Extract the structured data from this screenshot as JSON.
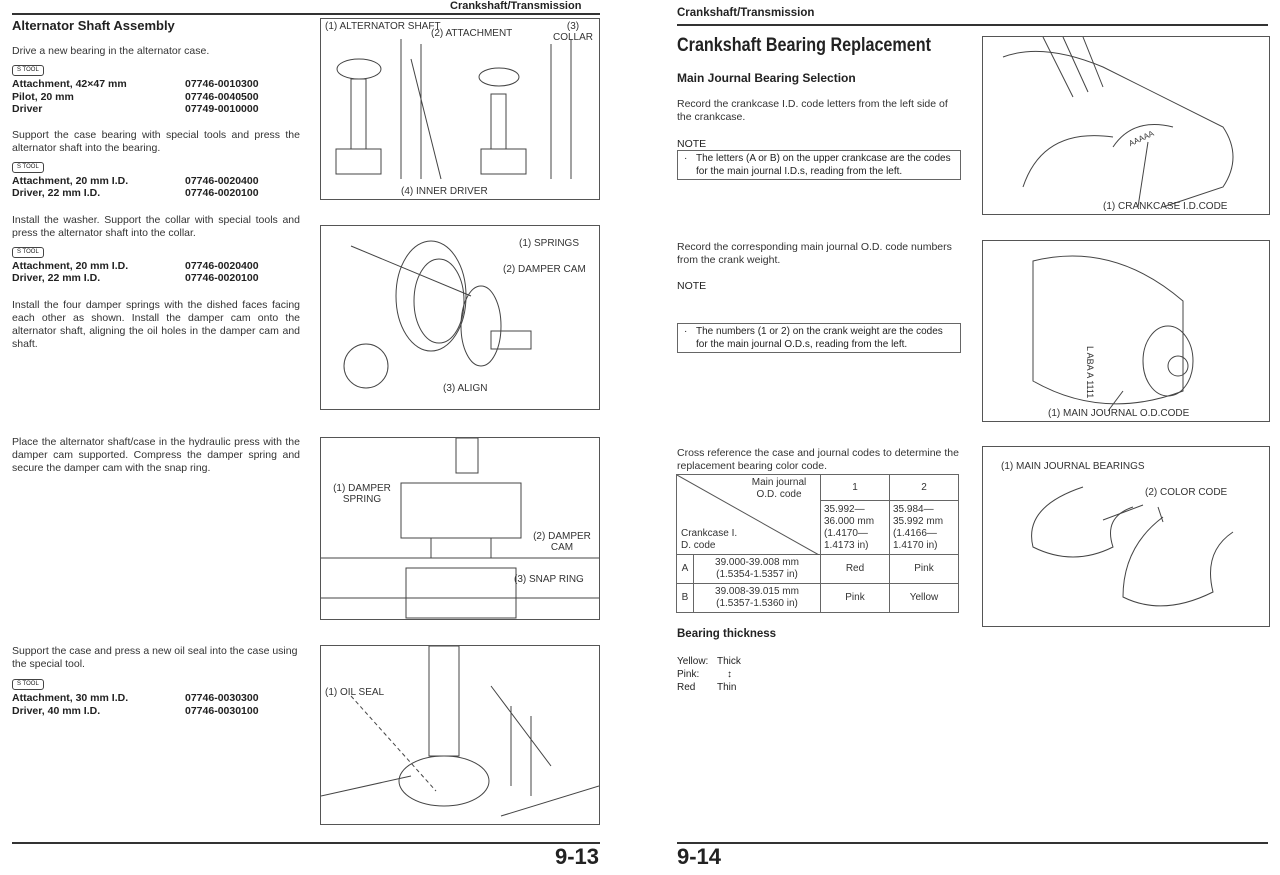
{
  "left": {
    "running_head": "Crankshaft/Transmission",
    "title": "Alternator Shaft Assembly",
    "tool_badge": "S TOOL",
    "steps": [
      {
        "text": "Drive a new bearing in the alternator case.",
        "tools": [
          [
            "Attachment, 42×47 mm",
            "07746-0010300"
          ],
          [
            "Pilot, 20 mm",
            "07746-0040500"
          ],
          [
            "Driver",
            "07749-0010000"
          ]
        ]
      },
      {
        "text": "Support the case bearing with special tools and press the alternator shaft into the bearing.",
        "tools": [
          [
            "Attachment, 20 mm I.D.",
            "07746-0020400"
          ],
          [
            "Driver, 22 mm I.D.",
            "07746-0020100"
          ]
        ]
      },
      {
        "text": "Install the washer. Support the collar with special tools and press the alternator shaft into the collar.",
        "tools": [
          [
            "Attachment, 20 mm I.D.",
            "07746-0020400"
          ],
          [
            "Driver, 22 mm I.D.",
            "07746-0020100"
          ]
        ]
      },
      {
        "text": "Install the four damper springs with the dished faces facing each other as shown. Install the damper cam onto the alternator shaft, aligning the oil holes in the damper cam and shaft.",
        "tools": []
      },
      {
        "text": "Place the alternator shaft/case in the hydraulic press with the damper cam supported. Compress the damper spring and secure the damper cam with the snap ring.",
        "tools": []
      },
      {
        "text": "Support the case and press a new oil seal into the case using the special tool.",
        "tools": [
          [
            "Attachment, 30 mm I.D.",
            "07746-0030300"
          ],
          [
            "Driver, 40 mm I.D.",
            "07746-0030100"
          ]
        ]
      }
    ],
    "figures": [
      {
        "labels": [
          "(1) ALTERNATOR SHAFT",
          "(2) ATTACHMENT",
          "(3) COLLAR",
          "(4) INNER DRIVER"
        ]
      },
      {
        "labels": [
          "(1) SPRINGS",
          "(2) DAMPER CAM",
          "(3) ALIGN"
        ]
      },
      {
        "labels": [
          "(1) DAMPER SPRING",
          "(2) DAMPER CAM",
          "(3) SNAP RING"
        ]
      },
      {
        "labels": [
          "(1) OIL SEAL"
        ]
      }
    ],
    "page_number": "9-13"
  },
  "right": {
    "running_head": "Crankshaft/Transmission",
    "title": "Crankshaft Bearing Replacement",
    "subtitle": "Main Journal Bearing Selection",
    "p1": "Record the crankcase I.D. code letters from the left side of the crankcase.",
    "note_label": "NOTE",
    "note1": "The letters (A or B) on the upper crankcase are the codes for the main journal I.D.s, reading from the left.",
    "p2": "Record the corresponding main journal O.D. code numbers from the crank weight.",
    "note2": "The numbers (1 or 2) on the crank weight are the codes for the main journal O.D.s, reading from the left.",
    "p3": "Cross reference the case and journal codes to determine the replacement bearing color code.",
    "table": {
      "corner_top": "Main journal O.D. code",
      "corner_bottom": "Crankcase I. D. code",
      "cols": [
        {
          "code": "1",
          "range": "35.992— 36.000 mm (1.4170— 1.4173 in)"
        },
        {
          "code": "2",
          "range": "35.984— 35.992 mm (1.4166— 1.4170 in)"
        }
      ],
      "rows": [
        {
          "code": "A",
          "range": "39.000-39.008 mm (1.5354-1.5357 in)",
          "values": [
            "Red",
            "Pink"
          ]
        },
        {
          "code": "B",
          "range": "39.008-39.015 mm (1.5357-1.5360 in)",
          "values": [
            "Pink",
            "Yellow"
          ]
        }
      ]
    },
    "thickness_title": "Bearing thickness",
    "thickness": [
      [
        "Yellow:",
        "Thick"
      ],
      [
        "Pink:",
        "↕"
      ],
      [
        "Red",
        "Thin"
      ]
    ],
    "figures": [
      {
        "labels": [
          "AAAAA",
          "(1) CRANKCASE I.D.CODE"
        ]
      },
      {
        "labels": [
          "L ABA A 1111",
          "(1) MAIN JOURNAL O.D.CODE"
        ]
      },
      {
        "labels": [
          "(1) MAIN JOURNAL BEARINGS",
          "(2) COLOR CODE"
        ]
      }
    ],
    "page_number": "9-14"
  }
}
